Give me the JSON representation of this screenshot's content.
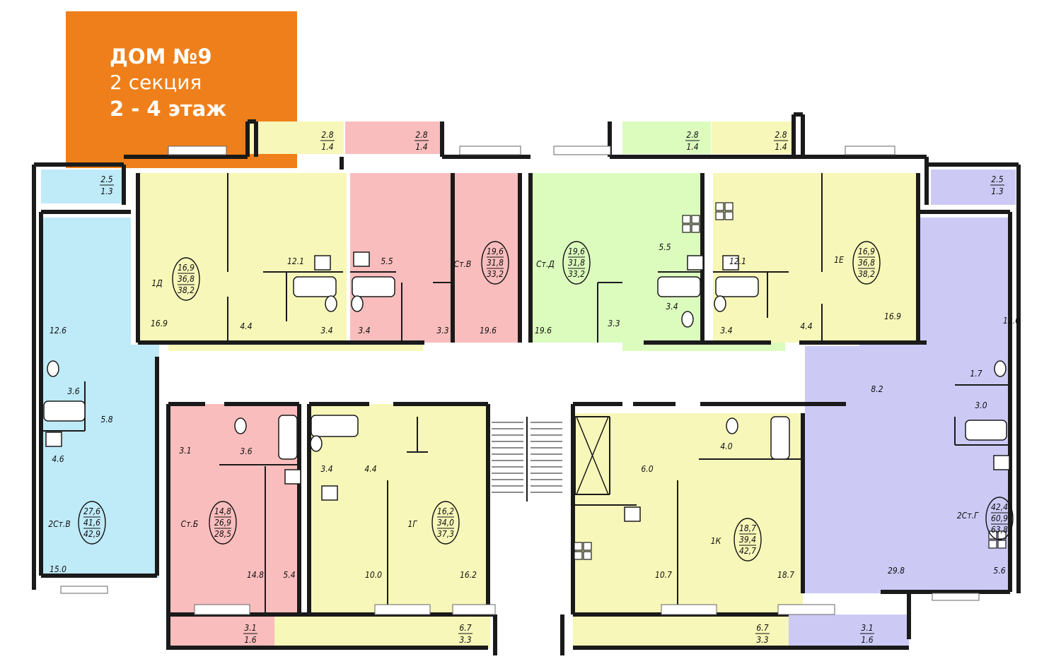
{
  "header": {
    "house": "ДОМ №9",
    "section": "2 секция",
    "floors": "2 - 4 этаж",
    "badge_color": "#ef7f1a"
  },
  "colors": {
    "yellow": "#f7f7b9",
    "pink": "#fabdbd",
    "green": "#dcfcbe",
    "blue": "#bfeaf8",
    "purple": "#cccaf5",
    "wall": "#1a1a1a"
  },
  "apartments": [
    {
      "id": "1Д",
      "color": "yellow",
      "living": "16,9",
      "total": "36,8",
      "total_with_balcony": "38,2"
    },
    {
      "id": "Ст.В",
      "color": "pink",
      "living": "19,6",
      "total": "31,8",
      "total_with_balcony": "33,2"
    },
    {
      "id": "Ст.Д",
      "color": "green",
      "living": "19,6",
      "total": "31,8",
      "total_with_balcony": "33,2"
    },
    {
      "id": "1Е",
      "color": "yellow",
      "living": "16,9",
      "total": "36,8",
      "total_with_balcony": "38,2"
    },
    {
      "id": "2Ст.В",
      "color": "blue",
      "living": "27,6",
      "total": "41,6",
      "total_with_balcony": "42,9"
    },
    {
      "id": "Ст.Б",
      "color": "pink",
      "living": "14,8",
      "total": "26,9",
      "total_with_balcony": "28,5"
    },
    {
      "id": "1Г",
      "color": "yellow",
      "living": "16,2",
      "total": "34,0",
      "total_with_balcony": "37,3"
    },
    {
      "id": "1К",
      "color": "yellow",
      "living": "18,7",
      "total": "39,4",
      "total_with_balcony": "42,7"
    },
    {
      "id": "2Ст.Г",
      "color": "purple",
      "living": "42,4",
      "total": "60,9",
      "total_with_balcony": "63,8"
    }
  ],
  "rooms": [
    "16.9",
    "12.1",
    "4.4",
    "3.4",
    "5.5",
    "3.4",
    "3.3",
    "19.6",
    "19.6",
    "3.3",
    "5.5",
    "3.4",
    "12.1",
    "3.4",
    "4.4",
    "16.9",
    "12.6",
    "3.6",
    "5.8",
    "4.6",
    "15.0",
    "3.1",
    "3.6",
    "14.8",
    "5.4",
    "3.4",
    "4.4",
    "10.0",
    "16.2",
    "6.0",
    "4.0",
    "10.7",
    "18.7",
    "12.6",
    "8.2",
    "1.7",
    "3.0",
    "29.8",
    "5.6"
  ],
  "balconies": [
    {
      "area": "2.8",
      "reduced": "1.4"
    },
    {
      "area": "2.8",
      "reduced": "1.4"
    },
    {
      "area": "2.8",
      "reduced": "1.4"
    },
    {
      "area": "2.8",
      "reduced": "1.4"
    },
    {
      "area": "2.5",
      "reduced": "1.3"
    },
    {
      "area": "2.5",
      "reduced": "1.3"
    },
    {
      "area": "3.1",
      "reduced": "1.6"
    },
    {
      "area": "6.7",
      "reduced": "3.3"
    },
    {
      "area": "6.7",
      "reduced": "3.3"
    },
    {
      "area": "3.1",
      "reduced": "1.6"
    }
  ]
}
